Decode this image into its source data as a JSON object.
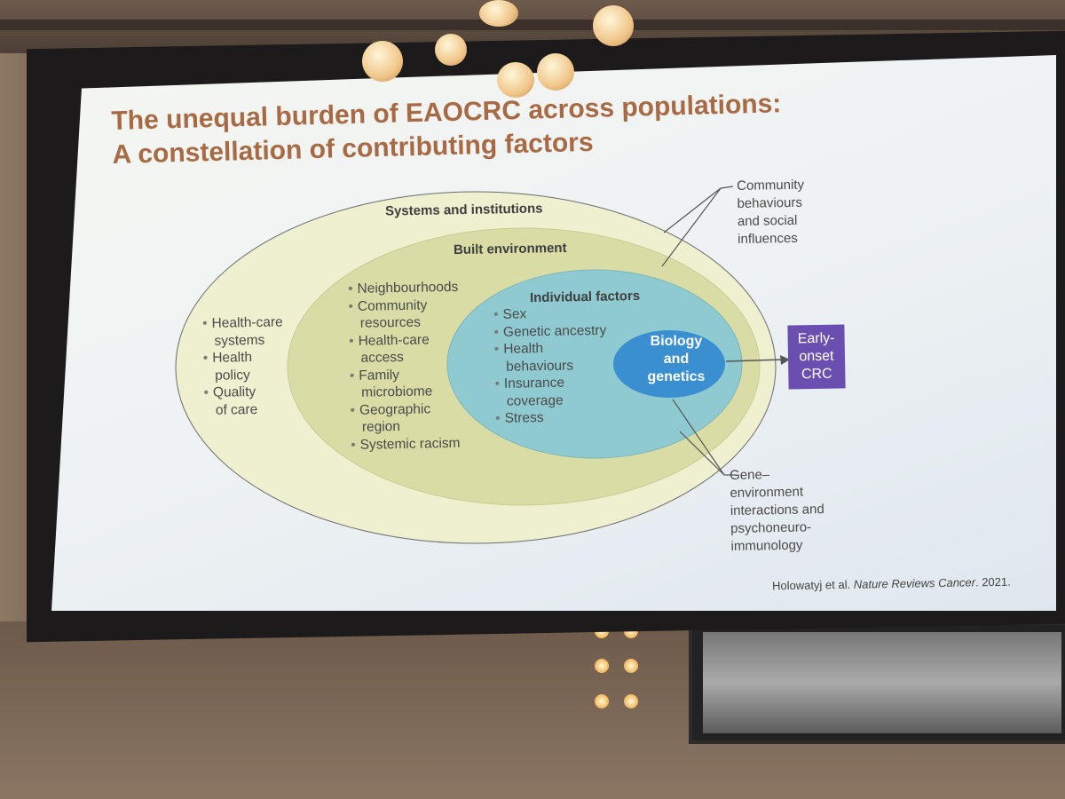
{
  "slide": {
    "title_line1": "The unequal burden of EAOCRC across populations:",
    "title_line2": "A constellation of contributing factors",
    "citation_prefix": "Holowatyj et al. ",
    "citation_journal": "Nature Reviews Cancer",
    "citation_suffix": ". 2021."
  },
  "diagram": {
    "outer_ring": {
      "header": "Systems and institutions",
      "items": [
        "Health-care",
        "systems",
        "Health",
        "policy",
        "Quality",
        "of care"
      ]
    },
    "middle_ring": {
      "header": "Built environment",
      "items": [
        "Neighbourhoods",
        "Community",
        "resources",
        "Health-care",
        "access",
        "Family",
        "microbiome",
        "Geographic",
        "region",
        "Systemic racism"
      ]
    },
    "inner_ring": {
      "header": "Individual factors",
      "items": [
        "Sex",
        "Genetic ancestry",
        "Health",
        "behaviours",
        "Insurance",
        "coverage",
        "Stress"
      ]
    },
    "core": {
      "line1": "Biology",
      "line2": "and",
      "line3": "genetics"
    },
    "outcome": {
      "line1": "Early-",
      "line2": "onset",
      "line3": "CRC"
    },
    "callout_top": {
      "line1": "Community",
      "line2": "behaviours",
      "line3": "and social",
      "line4": "influences"
    },
    "callout_bottom": {
      "line1": "Gene–",
      "line2": "environment",
      "line3": "interactions and",
      "line4": "psychoneuro-",
      "line5": "immunology"
    }
  },
  "colors": {
    "title": "#a86a45",
    "outer_fill": "#eef0cf",
    "middle_fill": "#d9dca4",
    "inner_fill": "#8fcad1",
    "core_fill": "#3a8fd0",
    "outcome_fill": "#6a4fb0"
  }
}
